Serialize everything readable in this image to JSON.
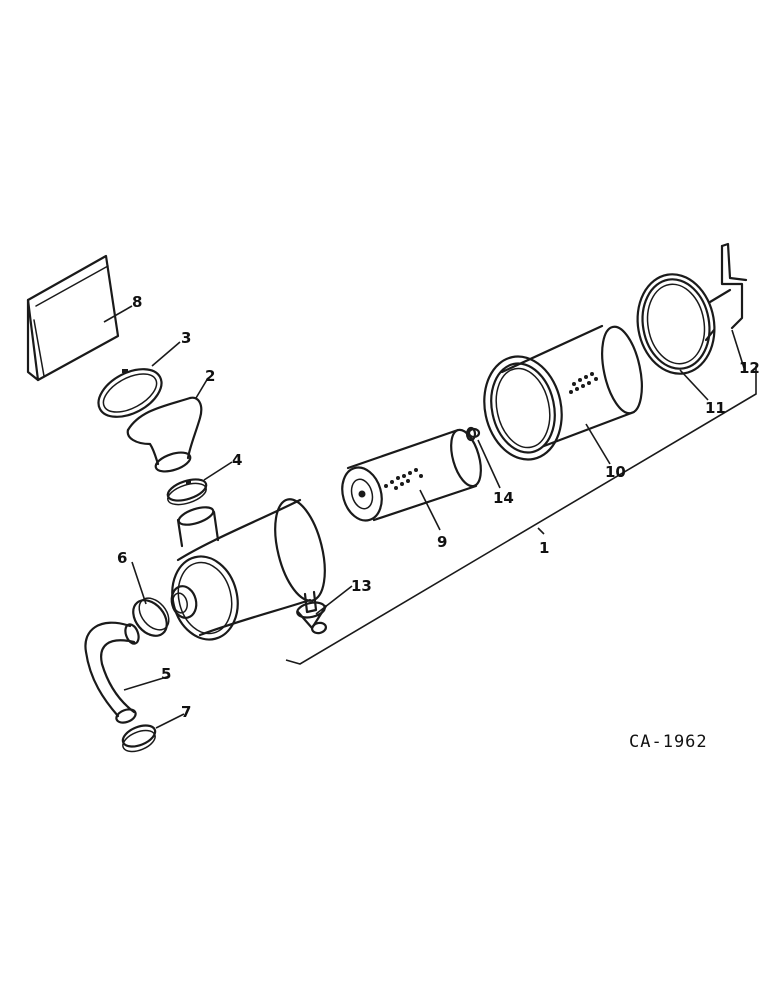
{
  "drawing_code": "CA-1962",
  "callouts": {
    "c1": "1",
    "c2": "2",
    "c3": "3",
    "c4": "4",
    "c5": "5",
    "c6": "6",
    "c7": "7",
    "c8": "8",
    "c9": "9",
    "c10": "10",
    "c11": "11",
    "c12": "12",
    "c13": "13",
    "c14": "14"
  }
}
